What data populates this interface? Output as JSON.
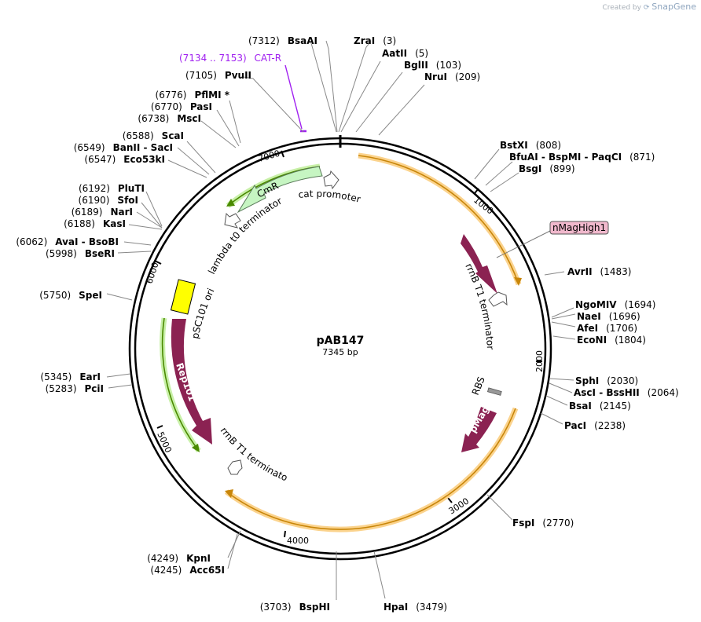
{
  "watermark": {
    "created_by": "Created by",
    "brand": "SnapGene"
  },
  "plasmid": {
    "name": "pAB147",
    "length_label": "7345 bp"
  },
  "ticks": [
    "1000",
    "2000",
    "3000",
    "4000",
    "5000",
    "6000",
    "7000"
  ],
  "primer": {
    "range": "(7134 .. 7153)",
    "name": "CAT-R",
    "color": "#a020f0"
  },
  "sites_right": [
    {
      "name": "ZraI",
      "pos": "(3)"
    },
    {
      "name": "AatII",
      "pos": "(5)"
    },
    {
      "name": "BglII",
      "pos": "(103)"
    },
    {
      "name": "NruI",
      "pos": "(209)"
    },
    {
      "name": "BstXI",
      "pos": "(808)"
    },
    {
      "name": "BfuAI",
      "name2": "BspMI",
      "name3": "PaqCI",
      "pos": "(871)"
    },
    {
      "name": "BsgI",
      "pos": "(899)"
    },
    {
      "name": "AvrII",
      "pos": "(1483)"
    },
    {
      "name": "NgoMIV",
      "pos": "(1694)"
    },
    {
      "name": "NaeI",
      "pos": "(1696)"
    },
    {
      "name": "AfeI",
      "pos": "(1706)"
    },
    {
      "name": "EcoNI",
      "pos": "(1804)"
    },
    {
      "name": "SphI",
      "pos": "(2030)"
    },
    {
      "name": "AscI",
      "name2": "BssHII",
      "pos": "(2064)"
    },
    {
      "name": "BsaI",
      "pos": "(2145)"
    },
    {
      "name": "PacI",
      "pos": "(2238)"
    },
    {
      "name": "FspI",
      "pos": "(2770)"
    },
    {
      "name": "HpaI",
      "pos": "(3479)"
    }
  ],
  "sites_left": [
    {
      "name": "BsaAI",
      "pos": "(7312)"
    },
    {
      "name": "PvuII",
      "pos": "(7105)"
    },
    {
      "name": "PflMI *",
      "pos": "(6776)"
    },
    {
      "name": "PasI",
      "pos": "(6770)"
    },
    {
      "name": "MscI",
      "pos": "(6738)"
    },
    {
      "name": "ScaI",
      "pos": "(6588)"
    },
    {
      "name": "BanII",
      "name2": "SacI",
      "pos": "(6549)"
    },
    {
      "name": "Eco53kI",
      "pos": "(6547)"
    },
    {
      "name": "PluTI",
      "pos": "(6192)"
    },
    {
      "name": "SfoI",
      "pos": "(6190)"
    },
    {
      "name": "NarI",
      "pos": "(6189)"
    },
    {
      "name": "KasI",
      "pos": "(6188)"
    },
    {
      "name": "AvaI",
      "name2": "BsoBI",
      "pos": "(6062)"
    },
    {
      "name": "BseRI",
      "pos": "(5998)"
    },
    {
      "name": "SpeI",
      "pos": "(5750)"
    },
    {
      "name": "EarI",
      "pos": "(5345)"
    },
    {
      "name": "PciI",
      "pos": "(5283)"
    },
    {
      "name": "KpnI",
      "pos": "(4249)"
    },
    {
      "name": "Acc65I",
      "pos": "(4245)"
    },
    {
      "name": "BspHI",
      "pos": "(3703)"
    }
  ],
  "features": {
    "cmr": "CmR",
    "cat_promoter": "cat promoter",
    "lambda_t0": "lambda t0 terminator",
    "rrnb_t1_right": "rrnB T1 terminator",
    "nmaghigh1": "nMagHigh1",
    "rbs": "RBS",
    "pmag": "pMag",
    "psc101_ori": "pSC101 ori",
    "rep101": "Rep101",
    "rrnb_t1_left": "rrnB T1 terminator"
  },
  "colors": {
    "backbone": "#000000",
    "orange_arc": "#c8860a",
    "orange_glow": "#fbd38d",
    "green_arc": "#4a8a00",
    "green_glow": "#c8f0a8",
    "gene": "#8b2252",
    "cmr_fill": "#c6f5c2",
    "ori": "#ffff00",
    "rbs": "#999999",
    "nmag_fill": "#f0b8cc"
  }
}
